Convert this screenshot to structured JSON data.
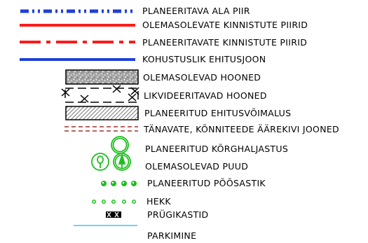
{
  "legend": {
    "items": [
      {
        "label": "PLANEERITAVA ALA PIIR"
      },
      {
        "label": "OLEMASOLEVATE KINNISTUTE PIIRID"
      },
      {
        "label": "PLANEERITAVATE KINNISTUTE PIIRID"
      },
      {
        "label": "KOHUSTUSLIK EHITUSJOON"
      },
      {
        "label": "OLEMASOLEVAD HOONED"
      },
      {
        "label": "LIKVIDEERITAVAD HOONED"
      },
      {
        "label": "PLANEERITUD EHITUSVÕIMALUS"
      },
      {
        "label": "TÄNAVATE, KÕNNITEEDE ÄÄREKIVI JOONED"
      },
      {
        "label": "PLANEERITUD KÕRGHALJASTUS"
      },
      {
        "label": "OLEMASOLEVAD PUUD"
      },
      {
        "label": "PLANEERITUD PÕÕSASTIK"
      },
      {
        "label": "HEKK"
      },
      {
        "label": "PRÜGIKASTID"
      },
      {
        "label": "PARKIMINE"
      }
    ]
  },
  "colors": {
    "boundary_blue": "#1f3fd8",
    "property_red": "#ff1a1a",
    "curb_brown": "#a0302a",
    "green": "#1dbf1d",
    "parking_cyan": "#33c8f0",
    "black": "#000000"
  }
}
